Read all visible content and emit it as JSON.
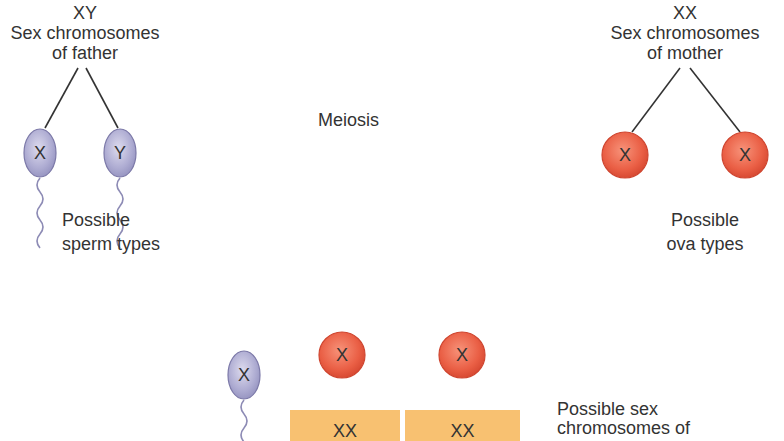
{
  "diagram": {
    "nodes": [
      {
        "text": [
          "X"
        ]
      },
      {
        "text": [
          "Y"
        ]
      },
      {
        "text": [
          "X"
        ]
      },
      {
        "text": [
          "X"
        ]
      },
      {
        "text": [
          "X"
        ]
      },
      {
        "text": [
          "X"
        ]
      },
      {
        "text": [
          "X"
        ]
      },
      {
        "text": [
          "XX"
        ]
      },
      {
        "text": [
          "XX"
        ]
      }
    ],
    "labels": [
      "XY",
      "Sex chromosomes of father",
      "Possible sperm types",
      "Meiosis",
      "XX",
      "Sex chromosomes of mother",
      "Possible ova types",
      "Possible sex chromosomes of"
    ]
  }
}
